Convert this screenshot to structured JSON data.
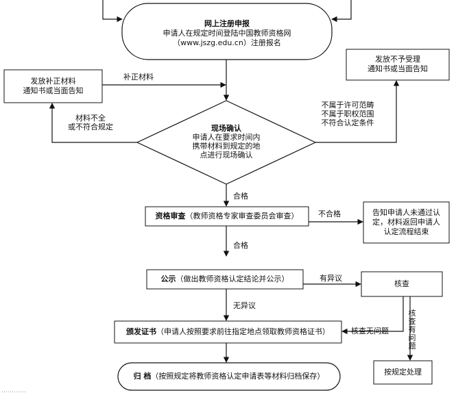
{
  "nodes": {
    "register": {
      "title": "网上注册申报",
      "line1": "申请人在规定时间登陆中国教师资格网",
      "line2": "（www.jszg.edu.cn）注册报名"
    },
    "supplement_notice": {
      "line1": "发放补正材料",
      "line2": "通知书或当面告知"
    },
    "reject_notice": {
      "line1": "发放不予受理",
      "line2": "通知书或当面告知"
    },
    "onsite": {
      "title": "现场确认",
      "line1": "申请人在要求时间内",
      "line2": "携带材料到规定的地",
      "line3": "点进行现场确认"
    },
    "qualification_review": {
      "bold": "资格审查",
      "rest": "（教师资格专家审查委员会审查）"
    },
    "fail_notice": {
      "line1": "告知申请人未通过认",
      "line2": "定，材料返回申请人",
      "line3": "认定流程结束"
    },
    "publicity": {
      "bold": "公示",
      "rest": "（做出教师资格认定结论并公示）"
    },
    "verify": {
      "label": "核查"
    },
    "issue_cert": {
      "bold": "颁发证书",
      "rest": "（申请人按照要求前往指定地点领取教师资格证书）"
    },
    "handle": {
      "label": "按规定处理"
    },
    "archive": {
      "bold": "归 档",
      "rest": "（按照规定将教师资格认定申请表等材料归档保存）"
    }
  },
  "edges": {
    "supplement": "补正材料",
    "incomplete_line1": "材料不全",
    "incomplete_line2": "或不符合规定",
    "out_of_scope_line1": "不属于许可范畴",
    "out_of_scope_line2": "不属于职权范围",
    "out_of_scope_line3": "不符合认定条件",
    "pass1": "合格",
    "fail": "不合格",
    "pass2": "合格",
    "objection": "有异议",
    "no_objection": "无异议",
    "verified_ok": "核查无问题",
    "issue_found": "核查有问题"
  },
  "footer_faded": "…………"
}
